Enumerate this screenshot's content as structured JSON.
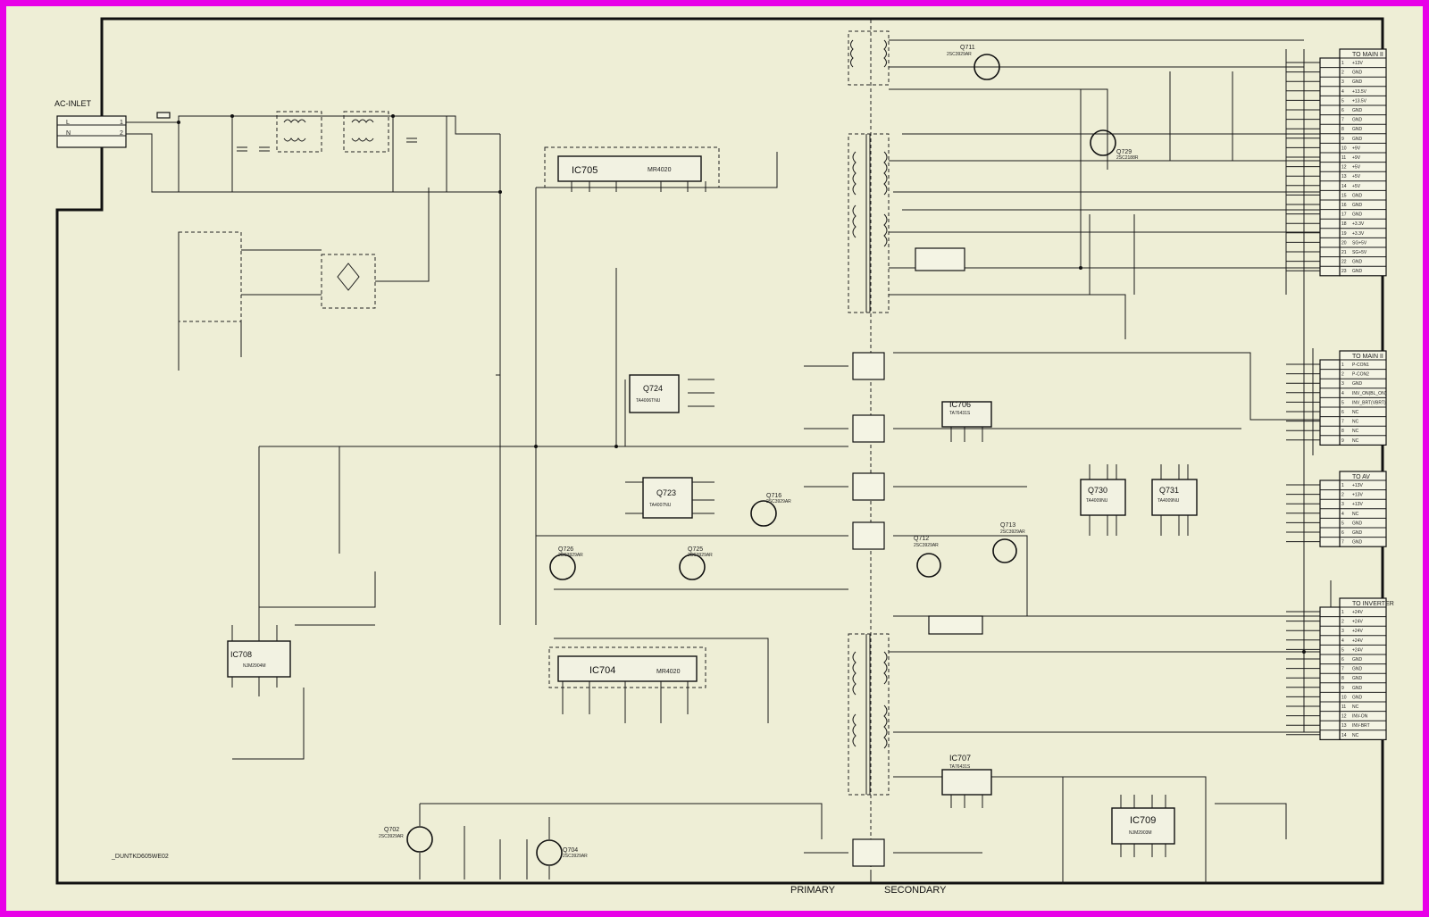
{
  "diagram": {
    "left_label": "AC-INLET",
    "bottom_code": "_DUNTKD605WE02",
    "region_primary": "PRIMARY",
    "region_secondary": "SECONDARY"
  },
  "ics": [
    {
      "ref": "IC705",
      "part": "MR4020"
    },
    {
      "ref": "IC704",
      "part": "MR4020"
    },
    {
      "ref": "IC706",
      "part": "TA76431S"
    },
    {
      "ref": "IC707",
      "part": "TA76431S"
    },
    {
      "ref": "IC708",
      "part": "NJM2904M"
    },
    {
      "ref": "IC709",
      "part": "NJM2903M"
    },
    {
      "ref": "Q724",
      "part": "TA4006TNU"
    },
    {
      "ref": "Q723",
      "part": "TA4007NU"
    },
    {
      "ref": "Q730",
      "part": "TA4009NU"
    },
    {
      "ref": "Q731",
      "part": "TA4009NU"
    }
  ],
  "transistors": [
    {
      "ref": "Q711",
      "part": "2SC3929AR"
    },
    {
      "ref": "Q729",
      "part": "2SC2188R"
    },
    {
      "ref": "Q726",
      "part": "2SC3929AR"
    },
    {
      "ref": "Q725",
      "part": "2SC3929AR"
    },
    {
      "ref": "Q716",
      "part": "2SC3929AR"
    },
    {
      "ref": "Q712",
      "part": "2SC3929AR"
    },
    {
      "ref": "Q713",
      "part": "2SC3929AR"
    },
    {
      "ref": "Q702",
      "part": "2SC3929AR"
    },
    {
      "ref": "Q704",
      "part": "2SC3929AR"
    }
  ],
  "connectors": [
    {
      "title": "TO MAIN II",
      "pins": [
        {
          "no": "1",
          "name": "+13V"
        },
        {
          "no": "2",
          "name": "GND"
        },
        {
          "no": "3",
          "name": "GND"
        },
        {
          "no": "4",
          "name": "+13.5V"
        },
        {
          "no": "5",
          "name": "+13.5V"
        },
        {
          "no": "6",
          "name": "GND"
        },
        {
          "no": "7",
          "name": "GND"
        },
        {
          "no": "8",
          "name": "GND"
        },
        {
          "no": "9",
          "name": "GND"
        },
        {
          "no": "10",
          "name": "+9V"
        },
        {
          "no": "11",
          "name": "+9V"
        },
        {
          "no": "12",
          "name": "+5V"
        },
        {
          "no": "13",
          "name": "+5V"
        },
        {
          "no": "14",
          "name": "+5V"
        },
        {
          "no": "15",
          "name": "GND"
        },
        {
          "no": "16",
          "name": "GND"
        },
        {
          "no": "17",
          "name": "GND"
        },
        {
          "no": "18",
          "name": "+3.3V"
        },
        {
          "no": "19",
          "name": "+3.3V"
        },
        {
          "no": "20",
          "name": "SG+5V"
        },
        {
          "no": "21",
          "name": "SG+5V"
        },
        {
          "no": "22",
          "name": "GND"
        },
        {
          "no": "23",
          "name": "GND"
        }
      ]
    },
    {
      "title": "TO MAIN II",
      "pins": [
        {
          "no": "1",
          "name": "P-CON1"
        },
        {
          "no": "2",
          "name": "P-CON2"
        },
        {
          "no": "3",
          "name": "GND"
        },
        {
          "no": "4",
          "name": "INV_ON(BL_ON)"
        },
        {
          "no": "5",
          "name": "INV_BRT(VBRT)"
        },
        {
          "no": "6",
          "name": "NC"
        },
        {
          "no": "7",
          "name": "NC"
        },
        {
          "no": "8",
          "name": "NC"
        },
        {
          "no": "9",
          "name": "NC"
        }
      ]
    },
    {
      "title": "TO AV",
      "pins": [
        {
          "no": "1",
          "name": "+13V"
        },
        {
          "no": "2",
          "name": "+13V"
        },
        {
          "no": "3",
          "name": "+13V"
        },
        {
          "no": "4",
          "name": "NC"
        },
        {
          "no": "5",
          "name": "GND"
        },
        {
          "no": "6",
          "name": "GND"
        },
        {
          "no": "7",
          "name": "GND"
        }
      ]
    },
    {
      "title": "TO INVERTER",
      "pins": [
        {
          "no": "1",
          "name": "+24V"
        },
        {
          "no": "2",
          "name": "+24V"
        },
        {
          "no": "3",
          "name": "+24V"
        },
        {
          "no": "4",
          "name": "+24V"
        },
        {
          "no": "5",
          "name": "+24V"
        },
        {
          "no": "6",
          "name": "GND"
        },
        {
          "no": "7",
          "name": "GND"
        },
        {
          "no": "8",
          "name": "GND"
        },
        {
          "no": "9",
          "name": "GND"
        },
        {
          "no": "10",
          "name": "GND"
        },
        {
          "no": "11",
          "name": "NC"
        },
        {
          "no": "12",
          "name": "INV-ON"
        },
        {
          "no": "13",
          "name": "INV-BRT"
        },
        {
          "no": "14",
          "name": "NC"
        }
      ]
    }
  ],
  "colors": {
    "border": "#e800e8",
    "paper": "#eeeed6",
    "ink": "#111111"
  }
}
